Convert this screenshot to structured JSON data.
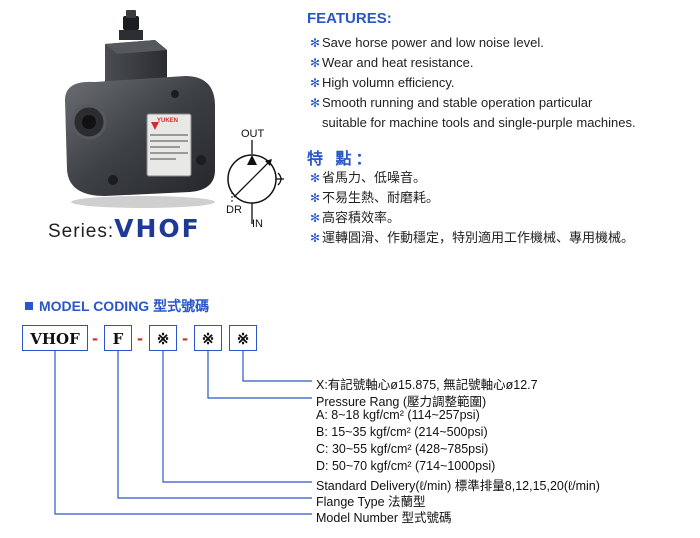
{
  "product": {
    "series_label": "Series:",
    "series_model": "VHOF",
    "brand_mark": "YUKEN"
  },
  "symbol": {
    "out_label": "OUT",
    "in_label": "IN",
    "dr_label": "DR"
  },
  "features": {
    "title": "FEATURES:",
    "items": [
      "Save horse power and low noise level.",
      "Wear and heat resistance.",
      "High volumn efficiency.",
      "Smooth running and stable operation particular",
      "suitable for machine tools and single-purple machines."
    ]
  },
  "features_cn": {
    "title": "特 點：",
    "items": [
      "省馬力、低噪音。",
      "不易生熱、耐磨耗。",
      "高容積效率。",
      "運轉圓滑、作動穩定，特別適用工作機械、專用機械。"
    ]
  },
  "model_coding": {
    "title": "MODEL CODING 型式號碼",
    "boxes": [
      "VHOF",
      "F",
      "※",
      "※",
      "※"
    ],
    "separator": "-",
    "descriptions": {
      "shaft": "X:有記號軸心ø15.875, 無記號軸心ø12.7",
      "pressure": "Pressure Rang (壓力調整範圍)",
      "pressure_a": "A: 8~18 kgf/cm² (114~257psi)",
      "pressure_b": "B: 15~35 kgf/cm² (214~500psi)",
      "pressure_c": "C: 30~55 kgf/cm² (428~785psi)",
      "pressure_d": "D: 50~70 kgf/cm²  (714~1000psi)",
      "delivery": "Standard Delivery(ℓ/min)  標準排量8,12,15,20(ℓ/min)",
      "flange": "Flange Type 法蘭型",
      "model_number": "Model Number 型式號碼"
    }
  },
  "colors": {
    "accent": "#2a56c8",
    "model_blue": "#1e3a96",
    "separator": "#c0392b"
  }
}
